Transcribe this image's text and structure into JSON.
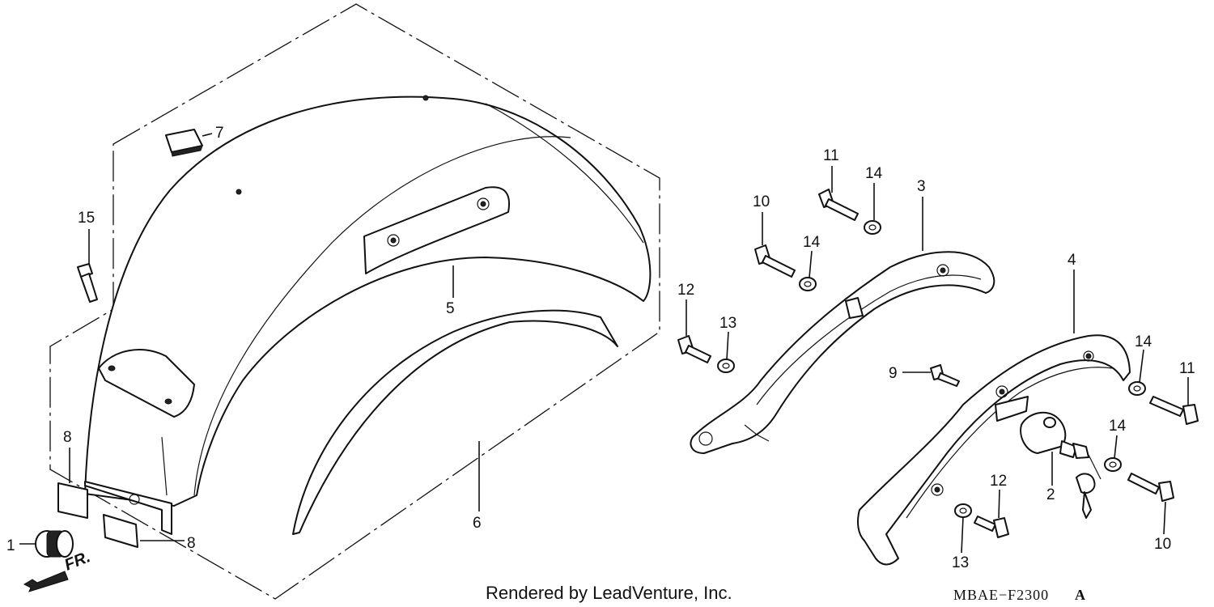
{
  "diagram": {
    "callouts": [
      "1",
      "2",
      "3",
      "4",
      "5",
      "6",
      "7",
      "8",
      "8",
      "9",
      "10",
      "10",
      "11",
      "11",
      "12",
      "12",
      "13",
      "13",
      "14",
      "14",
      "14",
      "14",
      "15"
    ],
    "front_indicator": "FR.",
    "credit": "Rendered by LeadVenture, Inc.",
    "drawing_number": "MBAE−F2300",
    "revision": "A"
  }
}
